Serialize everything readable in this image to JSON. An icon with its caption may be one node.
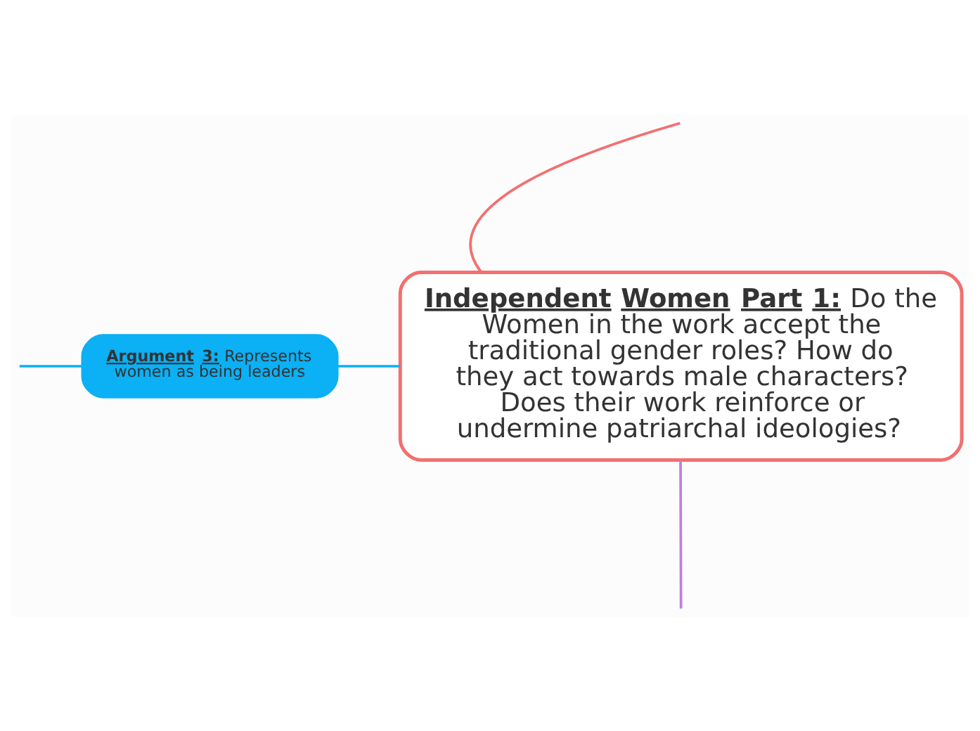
{
  "diagram": {
    "nodes": [
      {
        "text": [
          "**Independent Women Part 1:** Do the Women in the work accept the traditional gender roles? How do they act towards male characters? Does their work reinforce or undermine patriarchal ideologies?"
        ]
      },
      {
        "text": [
          "**Argument 3:** Represents women as being leaders"
        ]
      }
    ],
    "edges": [
      {
        "from": 0,
        "to": null,
        "arrow": "none",
        "color": "#f36f6f"
      },
      {
        "from": 0,
        "to": 1,
        "arrow": "none",
        "color": "#0bb0f5"
      },
      {
        "from": 1,
        "to": null,
        "arrow": "none",
        "color": "#0bb0f5"
      },
      {
        "from": 0,
        "to": null,
        "arrow": "none",
        "color": "#c07ee0"
      }
    ]
  }
}
